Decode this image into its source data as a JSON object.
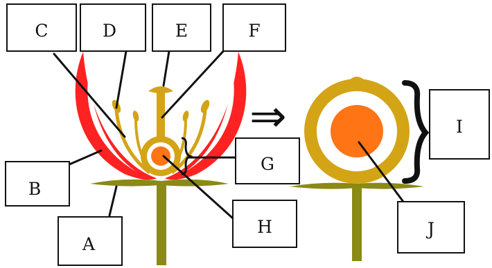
{
  "labels": {
    "A": "A",
    "B": "B",
    "C": "C",
    "D": "D",
    "E": "E",
    "F": "F",
    "G": "G",
    "H": "H",
    "I": "I",
    "J": "J"
  },
  "symbols": {
    "arrow": "⇒"
  },
  "colors": {
    "petal": "#ff2222",
    "stamen": "#d4a417",
    "stem": "#8a8a14",
    "ovule": "#ff7414",
    "ovary_inner": "#ffffff",
    "outline": "#111111"
  }
}
